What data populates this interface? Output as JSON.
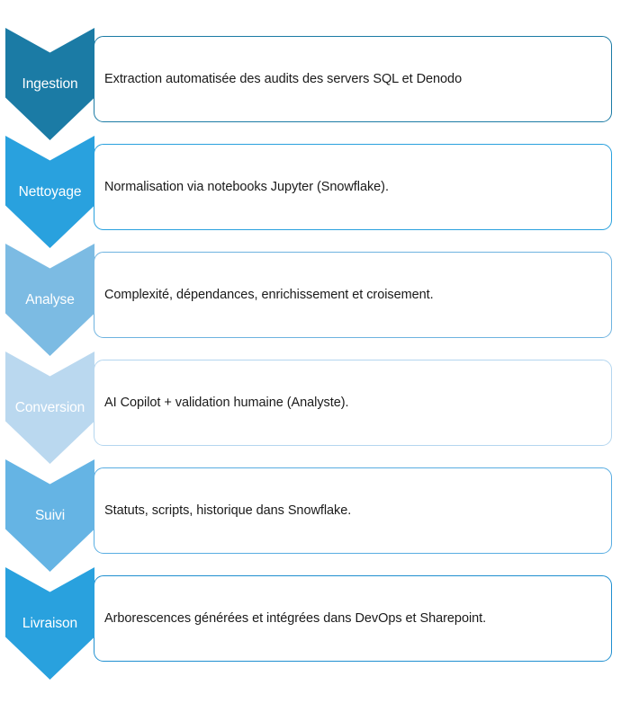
{
  "diagram": {
    "type": "process-flow-chevron",
    "orientation": "vertical",
    "stage_count": 6,
    "stages": [
      {
        "label": "Ingestion",
        "description": "Extraction automatisée des audits des servers SQL et Denodo",
        "color": "#1b7ba5",
        "border_color": "#1b7ba5"
      },
      {
        "label": "Nettoyage",
        "description": "Normalisation via notebooks Jupyter (Snowflake).",
        "color": "#29a1de",
        "border_color": "#29a1de"
      },
      {
        "label": "Analyse",
        "description": "Complexité, dépendances, enrichissement et croisement.",
        "color": "#7cbbe3",
        "border_color": "#6eb3e0"
      },
      {
        "label": "Conversion",
        "description": "AI Copilot + validation humaine (Analyste).",
        "color": "#bad8ef",
        "border_color": "#b4d6ef"
      },
      {
        "label": "Suivi",
        "description": "Statuts, scripts, historique dans Snowflake.",
        "color": "#65b4e4",
        "border_color": "#58ade2"
      },
      {
        "label": "Livraison",
        "description": "Arborescences générées et intégrées dans DevOps et Sharepoint.",
        "color": "#29a1de",
        "border_color": "#1f8fd0"
      }
    ]
  }
}
